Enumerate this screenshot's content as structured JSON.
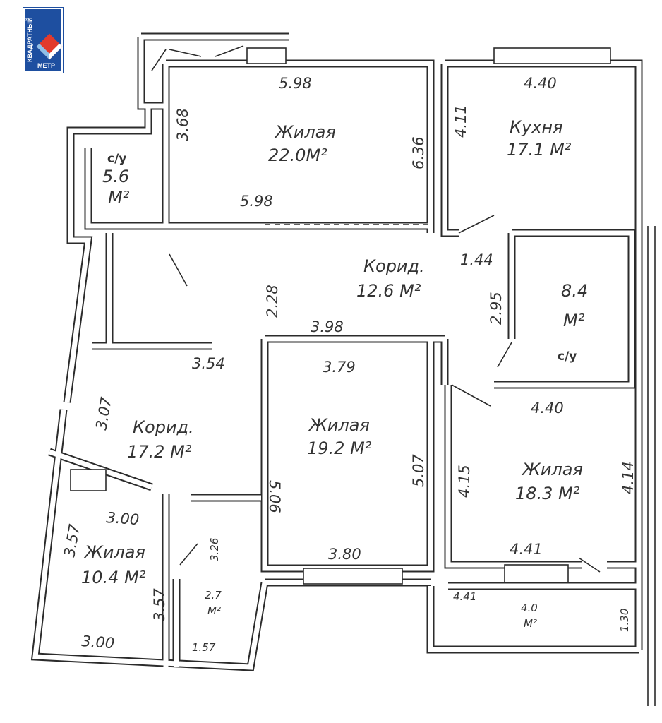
{
  "logo": {
    "line1": "КВАДРАТНЫЙ",
    "line2": "МЕТР",
    "colors": {
      "blue": "#1e4fa0",
      "red": "#e23a2c"
    }
  },
  "rooms": [
    {
      "name": "Жилая",
      "area": "22.0М²"
    },
    {
      "name": "Кухня",
      "area": "17.1 М²"
    },
    {
      "name": "с/у",
      "area": "5.6",
      "unit": "М²"
    },
    {
      "name": "Корид.",
      "area": "12.6 М²"
    },
    {
      "name": "с/у",
      "area": "8.4",
      "unit": "М²"
    },
    {
      "name": "Корид.",
      "area": "17.2 М²"
    },
    {
      "name": "Жилая",
      "area": "19.2 М²"
    },
    {
      "name": "Жилая",
      "area": "18.3 М²"
    },
    {
      "name": "Жилая",
      "area": "10.4 М²"
    },
    {
      "name": "",
      "area": "2.7",
      "unit": "М²"
    },
    {
      "name": "",
      "area": "4.0",
      "unit": "М²"
    }
  ],
  "dimensions": [
    "5.98",
    "5.98",
    "3.68",
    "6.36",
    "4.40",
    "4.11",
    "1.44",
    "2.95",
    "2.28",
    "3.98",
    "3.54",
    "3.79",
    "3.07",
    "5.07",
    "5.06",
    "4.40",
    "4.15",
    "4.14",
    "3.00",
    "3.57",
    "3.26",
    "3.80",
    "4.41",
    "3.57",
    "3.00",
    "1.57",
    "4.41",
    "1.30"
  ]
}
